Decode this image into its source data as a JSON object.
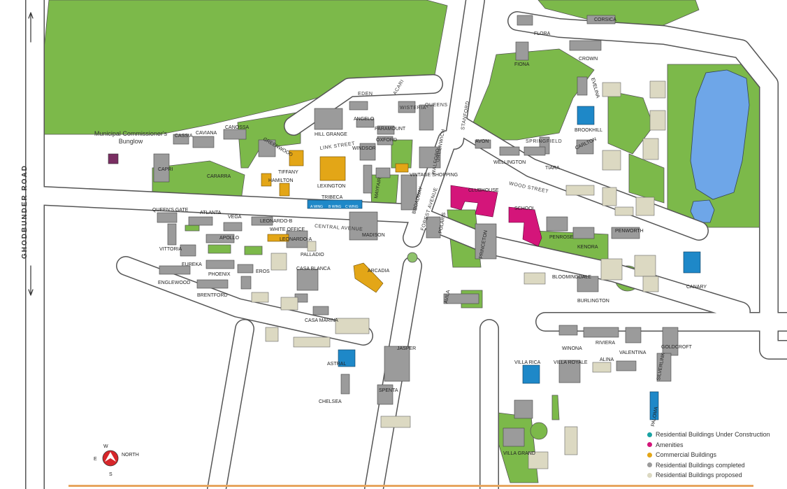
{
  "colors": {
    "green": "#7cb94a",
    "road_fill": "#ffffff",
    "road_edge": "#555555",
    "lake": "#6ea6e8",
    "under_construction": "#1e88c8",
    "amenities": "#d4157a",
    "commercial": "#e3a617",
    "completed": "#9b9b9b",
    "proposed": "#dcd9c2",
    "poi": "#7a2e62",
    "bottom_bar": "#e7a55f"
  },
  "roads": {
    "ghodbunder": "GHODBUNDER ROAD",
    "link_street": "LINK STREET",
    "central_avenue": "CENTRAL AVENUE",
    "wood_street": "WOOD STREET",
    "forest_avenue": "FOREST AVENUE",
    "greenwich": "GREENWICH",
    "stanford": "STANFORD",
    "eden": "EDEN",
    "acari": "ACARI",
    "wisteria": "WISTERIA",
    "queens": "QUEENS",
    "walford": "WALFORD",
    "springfield": "SPRINGFIELD"
  },
  "poi": {
    "label": "Municipal Commissioner's Bunglow"
  },
  "labels": {
    "corsica": "CORSICA",
    "flora": "FLORA",
    "fiona": "FIONA",
    "crown": "CROWN",
    "evelina": "EVELINA",
    "brookhill": "BROOKHILL",
    "carlton": "CARLTON",
    "wellington": "WELLINGTON",
    "tiara": "TIARA",
    "avon": "AVON",
    "hill_grange": "HILL GRANGE",
    "angelo": "ANGELO",
    "paramount": "PARAMOUNT",
    "oxford": "OXFORD",
    "windsor": "WINDSOR",
    "vintage_shopping": "VINTAGE SHOPPING",
    "broadway": "BROADWAY",
    "mayfair": "MAYFAIR",
    "cassia": "CASSIA",
    "caviana": "CAVIANA",
    "canossa": "CANOSSA",
    "greenwood": "GREENWOOD",
    "capri": "CAPRI",
    "cararra": "CARARRA",
    "tiffany": "TIFFANY",
    "hamilton": "HAMILTON",
    "lexington": "LEXINGTON",
    "tribeca": "TRIBECA",
    "clubhouse": "CLUBHOUSE",
    "school": "SCHOOL",
    "queens_gate": "QUEEN'S GATE",
    "atlanta": "ATLANTA",
    "vega": "VEGA",
    "leonardo_b": "LEONARDO-B",
    "leonardo_a": "LEONARDO-A",
    "white_office": "WHITE OFFICE",
    "apollo": "APOLLO",
    "vittoria": "VITTORIA",
    "eureka": "EUREKA",
    "phoenix": "PHOENIX",
    "eros": "EROS",
    "palladio": "PALLADIO",
    "madison": "MADISON",
    "casa_blanca": "CASA BLANCA",
    "arcadia": "ARCADIA",
    "englewood": "ENGLEWOOD",
    "brentford": "BRENTFORD",
    "casa_marina": "CASA MARINA",
    "polaris": "POLARIS",
    "princeton": "PRINCETON",
    "penrose": "PENROSE",
    "kenora": "KENORA",
    "penworth": "PENWORTH",
    "bloomingdale": "BLOOMINGDALE",
    "burlington": "BURLINGTON",
    "canary": "CANARY",
    "astral": "ASTRAL",
    "chelsea": "CHELSEA",
    "jasper": "JASPER",
    "spenta": "SPENTA",
    "avila": "AVILA",
    "winona": "WINONA",
    "riviera": "RIVIERA",
    "valentina": "VALENTINA",
    "goldcroft": "GOLDCROFT",
    "villa_rica": "VILLA RICA",
    "villa_royale": "VILLA ROYALE",
    "alina": "ALINA",
    "silverlink": "SILVERLINK",
    "paloma": "PALOMA",
    "villa_grand": "VILLA GRAND"
  },
  "tribeca_wings": [
    "A Wing",
    "B Wing",
    "C Wing"
  ],
  "compass": {
    "n": "NORTH",
    "w": "W",
    "e": "E",
    "s": "S"
  },
  "legend": [
    {
      "label": "Residential Buildings Under Construction",
      "color": "#1aa3a3"
    },
    {
      "label": "Amenities",
      "color": "#d4157a"
    },
    {
      "label": "Commercial Buildings",
      "color": "#e3a617"
    },
    {
      "label": "Residential Buildings completed",
      "color": "#9b9b9b"
    },
    {
      "label": "Residential Buildings proposed",
      "color": "#dcd9c2"
    }
  ]
}
